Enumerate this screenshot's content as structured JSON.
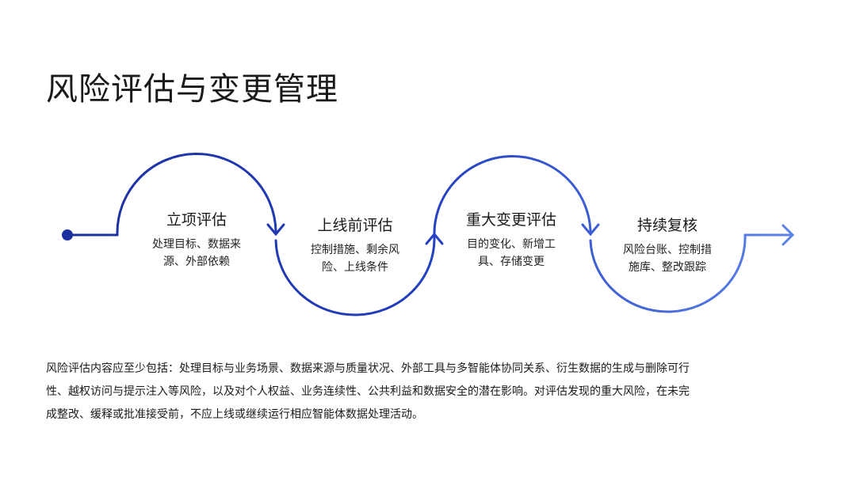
{
  "title": "风险评估与变更管理",
  "colors": {
    "start": "#1b2f9e",
    "end": "#5b82ea"
  },
  "stages": [
    {
      "title": "立项评估",
      "lines": [
        "处理目标、数据来",
        "源、外部依赖"
      ]
    },
    {
      "title": "上线前评估",
      "lines": [
        "控制措施、剩余风",
        "险、上线条件"
      ]
    },
    {
      "title": "重大变更评估",
      "lines": [
        "目的变化、新增工",
        "具、存储变更"
      ]
    },
    {
      "title": "持续复核",
      "lines": [
        "风险台账、控制措",
        "施库、整改跟踪"
      ]
    }
  ],
  "body_lines": [
    "风险评估内容应至少包括：处理目标与业务场景、数据来源与质量状况、外部工具与多智能体协同关系、衍生数据的生成与删除可行",
    "性、越权访问与提示注入等风险，以及对个人权益、业务连续性、公共利益和数据安全的潜在影响。对评估发现的重大风险，在未完",
    "成整改、缓释或批准接受前，不应上线或继续运行相应智能体数据处理活动。"
  ]
}
